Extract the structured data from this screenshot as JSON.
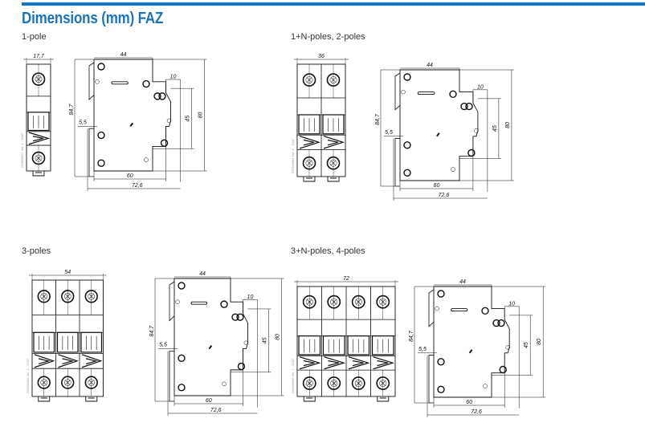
{
  "title": "Dimensions (mm) FAZ",
  "sections": [
    {
      "label": "1-pole",
      "poles": 1,
      "width_label": "17,7",
      "code": "DG000077 Ver. 1 - 2007"
    },
    {
      "label": "1+N-poles, 2-poles",
      "poles": 2,
      "width_label": "36",
      "code": "DG000084 Ver. 1 - 2007"
    },
    {
      "label": "3-poles",
      "poles": 3,
      "width_label": "54",
      "code": "DG000085 Ver. 1 - 2007"
    },
    {
      "label": "3+N-poles, 4-poles",
      "poles": 4,
      "width_label": "72",
      "code": "DG000086 Ver. 1 - 2007"
    }
  ],
  "side_dims": {
    "top": "44",
    "step": "10",
    "mid": "45",
    "height": "80",
    "overall": "84,7",
    "rail": "5,5",
    "depth": "60",
    "total": "72,6"
  }
}
